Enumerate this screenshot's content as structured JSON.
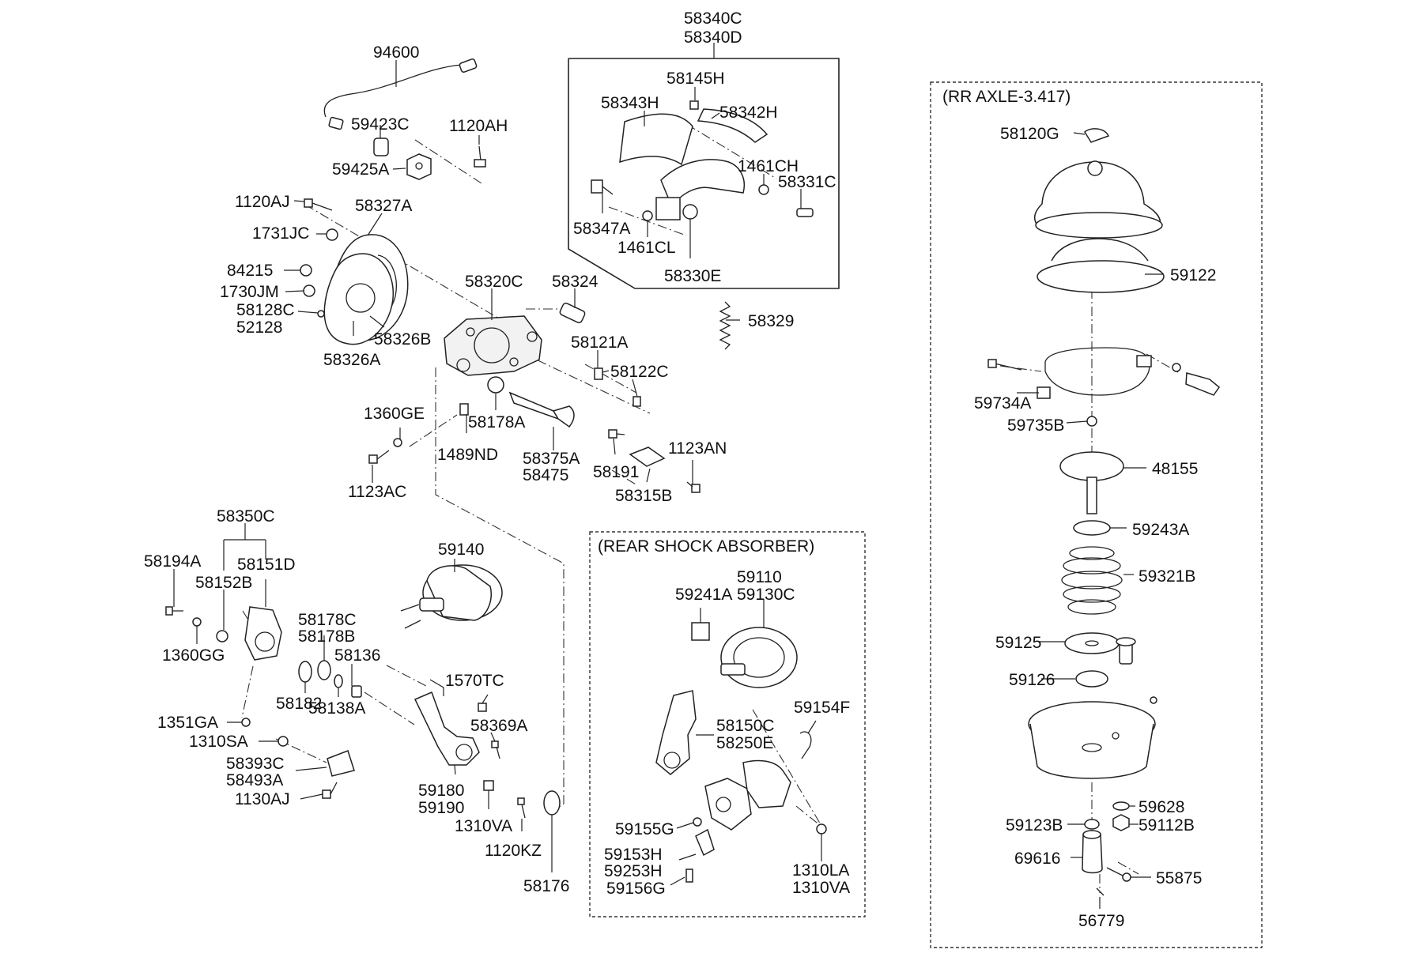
{
  "labels": {
    "p94600": "94600",
    "p59423C": "59423C",
    "p1120AH": "1120AH",
    "p59425A": "59425A",
    "p1120AJ": "1120AJ",
    "p58327A": "58327A",
    "p1731JC": "1731JC",
    "p84215": "84215",
    "p1730JM": "1730JM",
    "p58128C": "58128C",
    "p52128": "52128",
    "p58326B": "58326B",
    "p58326A": "58326A",
    "p58320C": "58320C",
    "p58324": "58324",
    "p58121A": "58121A",
    "p58122C": "58122C",
    "p1360GE": "1360GE",
    "p58178A": "58178A",
    "p1489ND": "1489ND",
    "p58375A": "58375A",
    "p58475": "58475",
    "p58191": "58191",
    "p1123AN": "1123AN",
    "p58315B": "58315B",
    "p1123AC": "1123AC",
    "p58340C": "58340C",
    "p58340D": "58340D",
    "p58145H": "58145H",
    "p58343H": "58343H",
    "p58342H": "58342H",
    "p1461CH": "1461CH",
    "p58331C": "58331C",
    "p58347A": "58347A",
    "p1461CL": "1461CL",
    "p58330E": "58330E",
    "p58329": "58329",
    "p58350C": "58350C",
    "p58194A": "58194A",
    "p58151D": "58151D",
    "p58152B": "58152B",
    "p1360GG": "1360GG",
    "p58178C": "58178C",
    "p58178B": "58178B",
    "p58136": "58136",
    "p58182": "58182",
    "p58138A": "58138A",
    "p1351GA": "1351GA",
    "p1310SA": "1310SA",
    "p58393C": "58393C",
    "p58493A": "58493A",
    "p1130AJ": "1130AJ",
    "p59140": "59140",
    "p1570TC": "1570TC",
    "p58369A": "58369A",
    "p59180": "59180",
    "p59190": "59190",
    "p1310VA_a": "1310VA",
    "p1120KZ": "1120KZ",
    "p58176": "58176",
    "rearShock": "(REAR SHOCK ABSORBER)",
    "p59110": "59110",
    "p59130C": "59130C",
    "p59241A": "59241A",
    "p59154F": "59154F",
    "p58150C": "58150C",
    "p58250E": "58250E",
    "p59155G": "59155G",
    "p59153H": "59153H",
    "p59253H": "59253H",
    "p59156G": "59156G",
    "p1310LA": "1310LA",
    "p1310VA_b": "1310VA",
    "rrAxle": "(RR AXLE-3.417)",
    "p58120G": "58120G",
    "p59122": "59122",
    "p59734A": "59734A",
    "p59735B": "59735B",
    "p48155": "48155",
    "p59243A": "59243A",
    "p59321B": "59321B",
    "p59125": "59125",
    "p59126": "59126",
    "p59628": "59628",
    "p59123B": "59123B",
    "p59112B": "59112B",
    "p69616": "69616",
    "p55875": "55875",
    "p56779": "56779"
  }
}
